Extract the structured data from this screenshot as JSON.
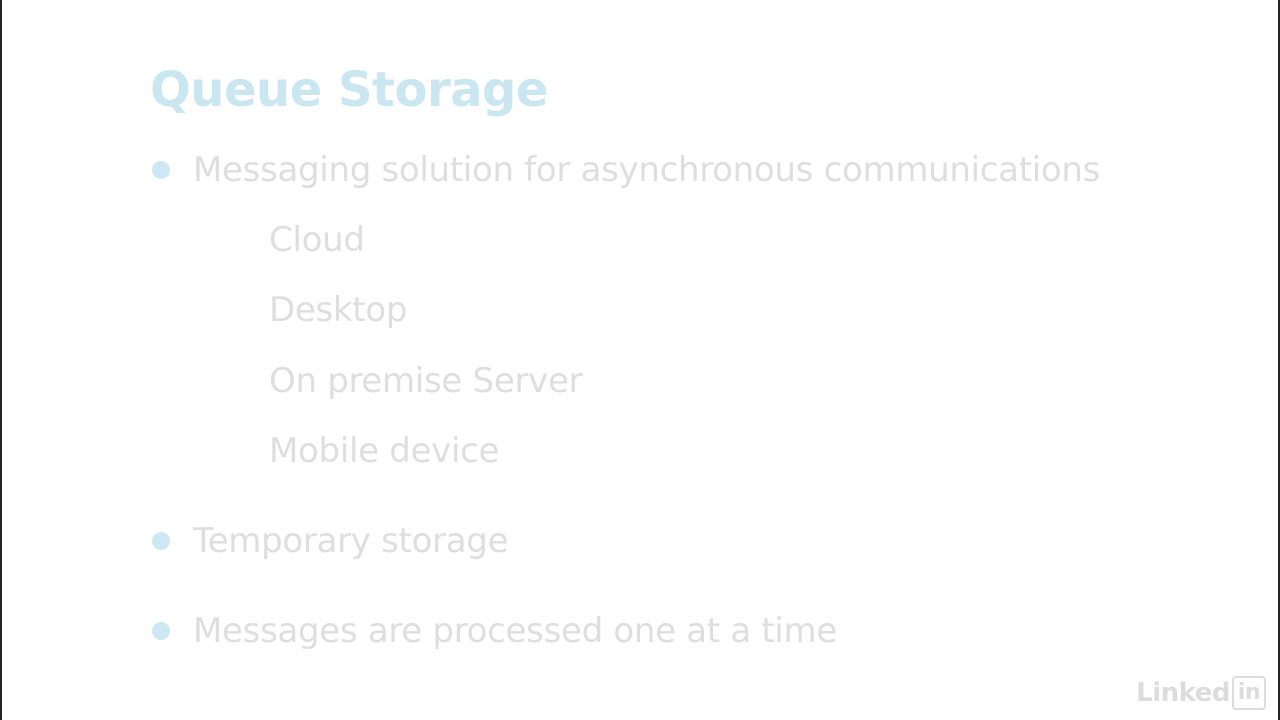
{
  "slide": {
    "title": "Queue Storage",
    "bullets": [
      {
        "text": "Messaging solution for asynchronous communications"
      },
      {
        "text": "Temporary storage"
      },
      {
        "text": "Messages are processed one at a time"
      }
    ],
    "sub_items": [
      "Cloud",
      "Desktop",
      "On premise Server",
      "Mobile device"
    ]
  },
  "logo": {
    "word": "Linked",
    "box": "in"
  },
  "colors": {
    "title": "#c9e6f1",
    "bullet": "#cde8f3",
    "text": "#dedede",
    "logo": "#dcdcdc"
  }
}
